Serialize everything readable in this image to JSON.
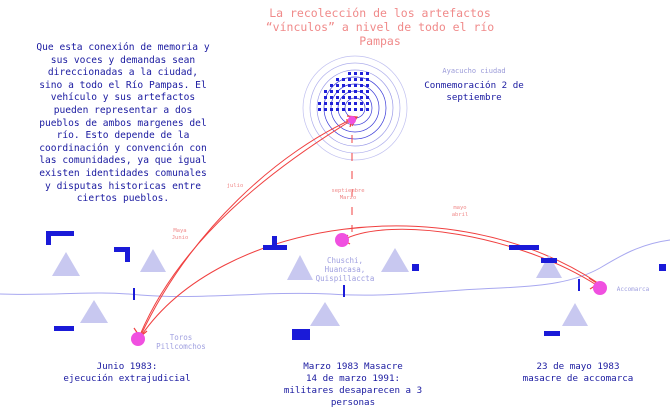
{
  "title": "La recolección de los artefactos\n“vínculos” a nivel de todo el río\nPampas",
  "left_text": "Que esta conexión de memoria y\nsus voces y demandas sean\ndireccionadas a la ciudad,\nsino a todo el Río Pampas. El\nvehículo y sus artefactos\npueden representar a dos\npueblos de ambos margenes del\nrío. Esto depende de la\ncoordinación y convención con\nlas comunidades, ya que igual\nexisten identidades comunales\ny disputas historicas entre\nciertos pueblos.",
  "ayacucho_label": "Ayacucho ciudad",
  "commemoration": "Conmemoración 2 de\nseptiembre",
  "captions": {
    "c1": "Junio 1983:\nejecución extrajudicial",
    "c2": "Marzo 1983 Masacre\n14 de marzo 1991:\nmilitares desaparecen a 3\npersonas",
    "c3": "23 de mayo 1983\nmasacre de accomarca"
  },
  "place_labels": {
    "toros": "Toros\nPillcomchos",
    "chuschi": "Chuschi,\nHuancasa,\nQuispillaccta",
    "accomarca": "Accomarca"
  },
  "route_labels": {
    "r_left": "Maya\nJunio",
    "r_top_left": "julio",
    "r_center": "septiembre\nMarzo",
    "r_right": "mayo\nabril"
  },
  "colors": {
    "red": "#f04040",
    "magenta": "#f050e0",
    "blue": "#1a1ad8",
    "light_blue": "#c8c8f0"
  }
}
